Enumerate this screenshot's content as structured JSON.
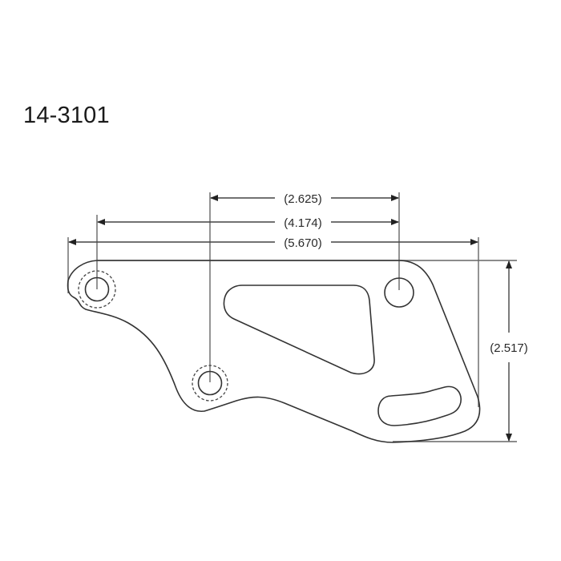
{
  "title": "14-3101",
  "colors": {
    "outline": "#333333",
    "dimension_line": "#555555",
    "text": "#2a2a2a",
    "background": "#ffffff"
  },
  "dimensions": {
    "hole_spacing_mid_to_right": "(2.625)",
    "hole_spacing_left_to_right": "(4.174)",
    "overall_width": "(5.670)",
    "overall_height": "(2.517)"
  },
  "features": {
    "mounting_holes": [
      "left-hole-counterbored",
      "middle-hole-counterbored",
      "right-hole"
    ],
    "cutouts": [
      "triangular-lightening-cutout",
      "curved-slot"
    ]
  }
}
